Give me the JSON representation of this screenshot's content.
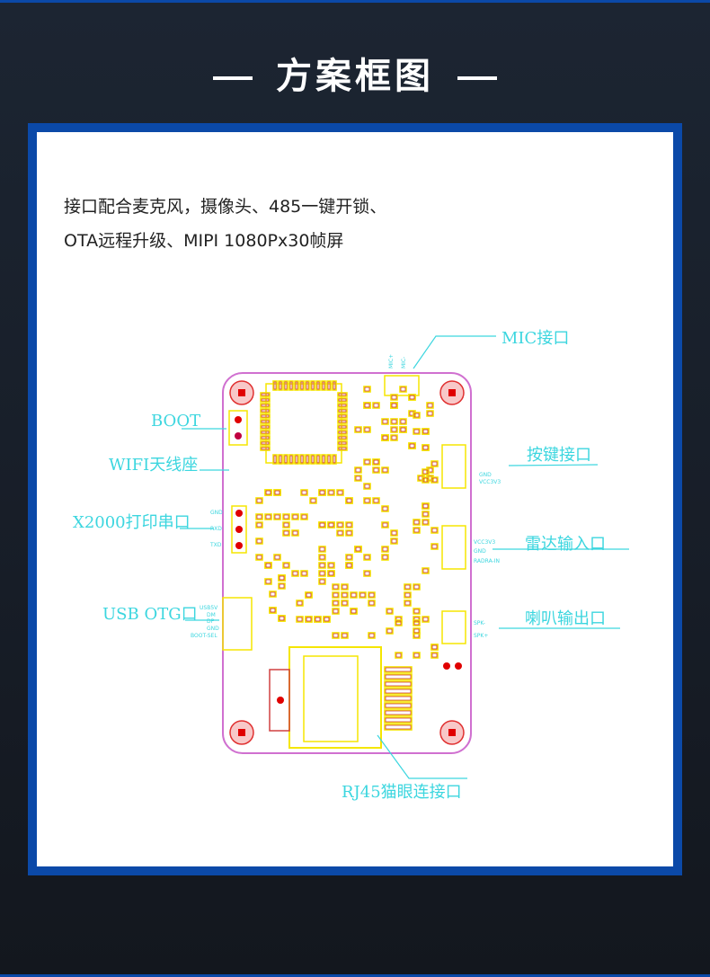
{
  "header": {
    "title": "方案框图"
  },
  "description": {
    "line1": "接口配合麦克风，摄像头、485一键开锁、",
    "line2": "OTA远程升级、MIPI 1080Px30帧屏"
  },
  "callouts": {
    "mic": "MIC接口",
    "boot": "BOOT",
    "wifi": "WIFI天线座",
    "uart": "X2000打印串口",
    "usb": "USB OTG口",
    "key": "按键接口",
    "radar": "雷达输入口",
    "speaker": "喇叭输出口",
    "rj45": "RJ45猫眼连接口"
  },
  "pins": {
    "mic": [
      "MIC+",
      "MIC-"
    ],
    "uart": [
      "GND",
      "RXD",
      "TXD"
    ],
    "usb": [
      "USB5V",
      "DM",
      "DP",
      "GND",
      "BOOT-SEL"
    ],
    "key": [
      "GND",
      "VCC3V3"
    ],
    "radar": [
      "VCC3V3",
      "GND",
      "RADRA-IN"
    ],
    "speaker": [
      "SPK-",
      "SPK+"
    ]
  },
  "colors": {
    "accent": "#0b49a8",
    "callout": "#3cd6df",
    "board_outline": "#d070d0",
    "silkscreen": "#f5e600",
    "pad": "#d04040"
  }
}
